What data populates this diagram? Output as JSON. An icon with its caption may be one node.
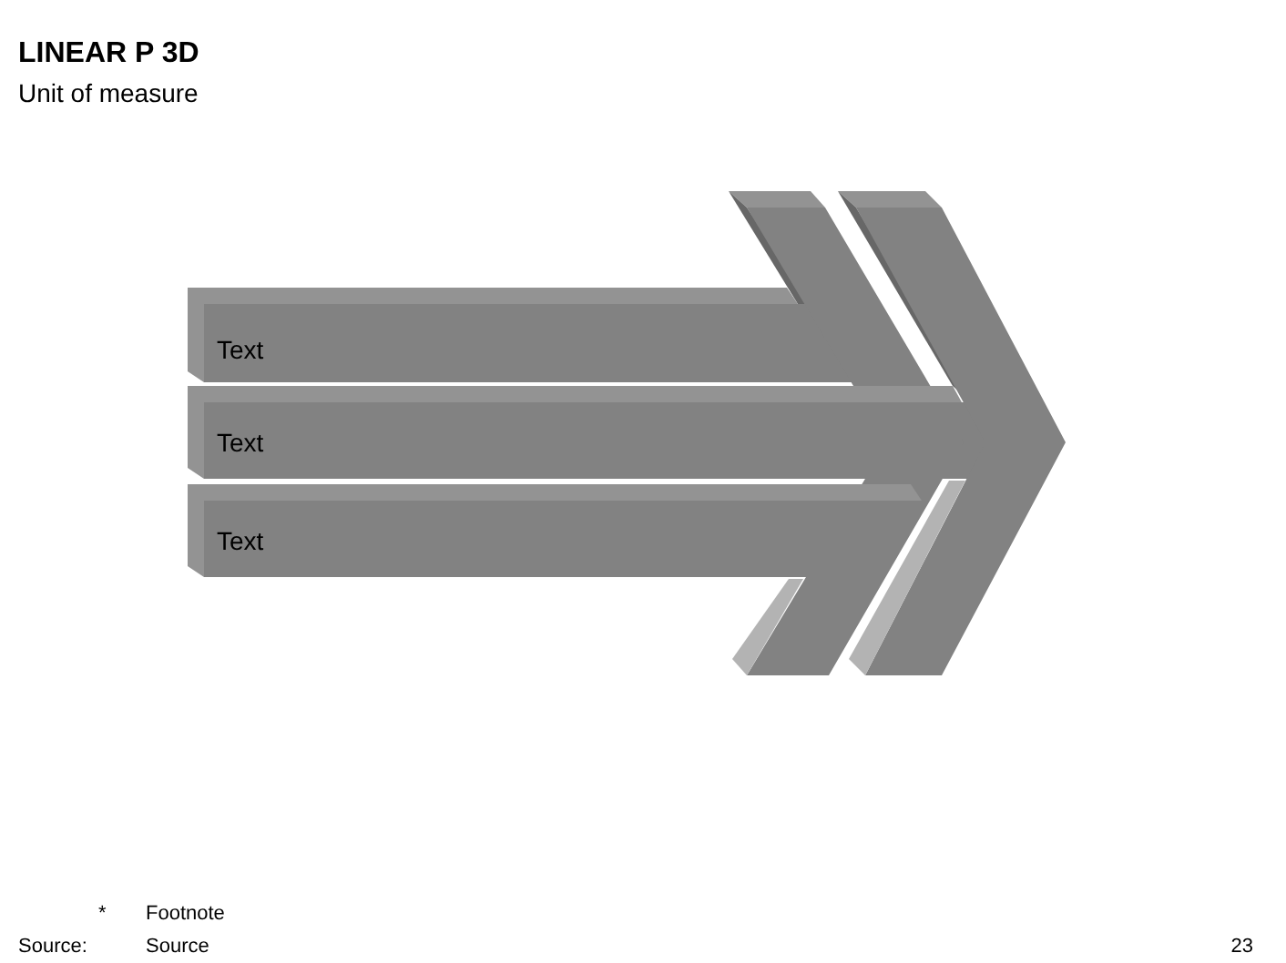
{
  "diagram": {
    "title": "LINEAR P 3D",
    "nodes": [
      {
        "text": [
          "Text"
        ]
      },
      {
        "text": [
          "Text"
        ]
      },
      {
        "text": [
          "Text"
        ]
      }
    ],
    "labels": [
      "Unit of measure",
      "*",
      "Footnote",
      "Source:",
      "Source",
      "23"
    ]
  }
}
